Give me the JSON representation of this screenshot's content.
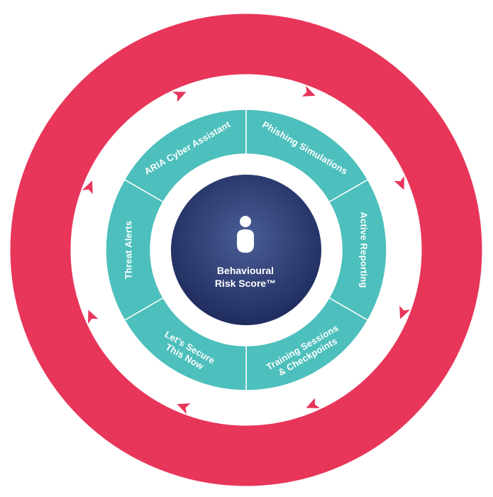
{
  "colors": {
    "outer_ring": "#E8355A",
    "segment_ring": "#4DBFBC",
    "segment_divider": "#ffffff",
    "center_gradient_inner": "#4A5E96",
    "center_gradient_outer": "#1E2A5C",
    "background": "#ffffff",
    "label": "#ffffff"
  },
  "center": {
    "icon": "person-icon",
    "line1": "Behavioural",
    "line2": "Risk Score™"
  },
  "segments": [
    {
      "lines": [
        "ARIA Cyber Assistant"
      ]
    },
    {
      "lines": [
        "Phishing Simulations"
      ]
    },
    {
      "lines": [
        "Active Reporting"
      ]
    },
    {
      "lines": [
        "Training Sessions",
        "& Checkpoints"
      ]
    },
    {
      "lines": [
        "Let's Secure",
        "This Now"
      ]
    },
    {
      "lines": [
        "Threat Alerts"
      ]
    }
  ],
  "arrow_count": 8
}
